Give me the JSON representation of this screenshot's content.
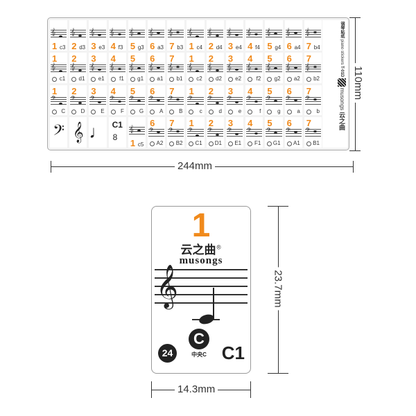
{
  "colors": {
    "accent": "#f08a1c",
    "text": "#222222"
  },
  "sheet": {
    "rows": [
      {
        "clef": "treble",
        "items": [
          {
            "n": "1",
            "note": "c3"
          },
          {
            "n": "2",
            "note": "d3"
          },
          {
            "n": "3",
            "note": "e3"
          },
          {
            "n": "4",
            "note": "f3"
          },
          {
            "n": "5",
            "note": "g3"
          },
          {
            "n": "6",
            "note": "a3"
          },
          {
            "n": "7",
            "note": "b3"
          },
          {
            "n": "1",
            "note": "c4"
          },
          {
            "n": "2",
            "note": "d4"
          },
          {
            "n": "3",
            "note": "e4"
          },
          {
            "n": "4",
            "note": "f4"
          },
          {
            "n": "5",
            "note": "g4"
          },
          {
            "n": "6",
            "note": "a4"
          },
          {
            "n": "7",
            "note": "b4"
          }
        ]
      },
      {
        "clef": "treble",
        "items": [
          {
            "n": "1",
            "note": "c1"
          },
          {
            "n": "2",
            "note": "d1"
          },
          {
            "n": "3",
            "note": "e1"
          },
          {
            "n": "4",
            "note": "f1"
          },
          {
            "n": "5",
            "note": "g1"
          },
          {
            "n": "6",
            "note": "a1"
          },
          {
            "n": "7",
            "note": "b1"
          },
          {
            "n": "1",
            "note": "c2"
          },
          {
            "n": "2",
            "note": "d2"
          },
          {
            "n": "3",
            "note": "e2"
          },
          {
            "n": "4",
            "note": "f2"
          },
          {
            "n": "5",
            "note": "g2"
          },
          {
            "n": "6",
            "note": "a2"
          },
          {
            "n": "7",
            "note": "b2"
          }
        ]
      },
      {
        "clef": "bass",
        "items": [
          {
            "n": "1",
            "note": "C"
          },
          {
            "n": "2",
            "note": "D"
          },
          {
            "n": "3",
            "note": "E"
          },
          {
            "n": "4",
            "note": "F"
          },
          {
            "n": "5",
            "note": "G"
          },
          {
            "n": "6",
            "note": "A"
          },
          {
            "n": "7",
            "note": "B"
          },
          {
            "n": "1",
            "note": "c"
          },
          {
            "n": "2",
            "note": "d"
          },
          {
            "n": "3",
            "note": "e"
          },
          {
            "n": "4",
            "note": "f"
          },
          {
            "n": "5",
            "note": "g"
          },
          {
            "n": "6",
            "note": "a"
          },
          {
            "n": "7",
            "note": "b"
          }
        ]
      },
      {
        "clef": "bass",
        "items": [
          {
            "icon": "bass-clef-icon",
            "glyph": "𝄢"
          },
          {
            "icon": "treble-clef-icon",
            "glyph": "𝄞"
          },
          {
            "icon": "quarter-note-icon",
            "glyph": "♩"
          },
          {
            "legend": "C1",
            "legend2": "8"
          },
          {
            "n": "1",
            "note": "c5",
            "clef": "treble"
          },
          {
            "n": "6",
            "note": "A2"
          },
          {
            "n": "7",
            "note": "B2"
          },
          {
            "n": "1",
            "note": "C1"
          },
          {
            "n": "2",
            "note": "D1"
          },
          {
            "n": "3",
            "note": "E1"
          },
          {
            "n": "4",
            "note": "F1"
          },
          {
            "n": "5",
            "note": "G1"
          },
          {
            "n": "6",
            "note": "A1"
          },
          {
            "n": "7",
            "note": "B1"
          }
        ]
      }
    ],
    "side": {
      "title_cn": "钢琴贴纸",
      "title_en": "piano stickers",
      "model": "T-01D",
      "brand_cn": "云之曲",
      "brand_en": "musongs"
    }
  },
  "dimensions": {
    "sheet_height": "110mm",
    "sheet_width": "244mm",
    "sticker_height": "23.7mm",
    "sticker_width": "14.3mm"
  },
  "sticker": {
    "number": "1",
    "brand_cn": "云之曲",
    "registered": "®",
    "brand_en": "musongs",
    "note_letter": "C",
    "note_caption": "中央C",
    "key_number": "24",
    "note_name": "C1"
  }
}
